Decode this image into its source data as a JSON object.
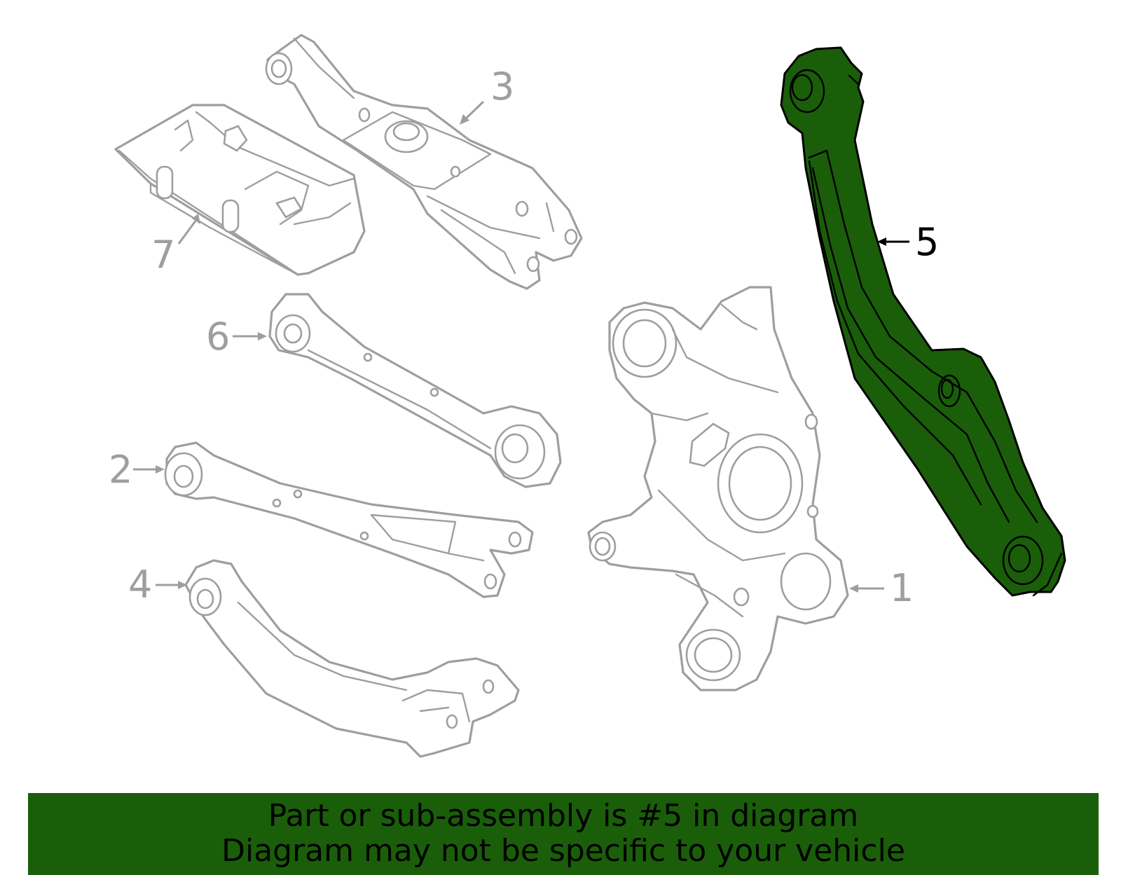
{
  "diagram": {
    "callouts": [
      "1",
      "2",
      "3",
      "4",
      "5",
      "6",
      "7"
    ],
    "selected_callout": "5",
    "colors": {
      "highlight": "#1a5e0a",
      "part_outline": "#9e9e9e",
      "banner": "#1a5e0a",
      "text": "#000000"
    }
  },
  "banner": {
    "line1": "Part or sub-assembly is #5 in diagram",
    "line2": "Diagram may not be specific to your vehicle"
  }
}
